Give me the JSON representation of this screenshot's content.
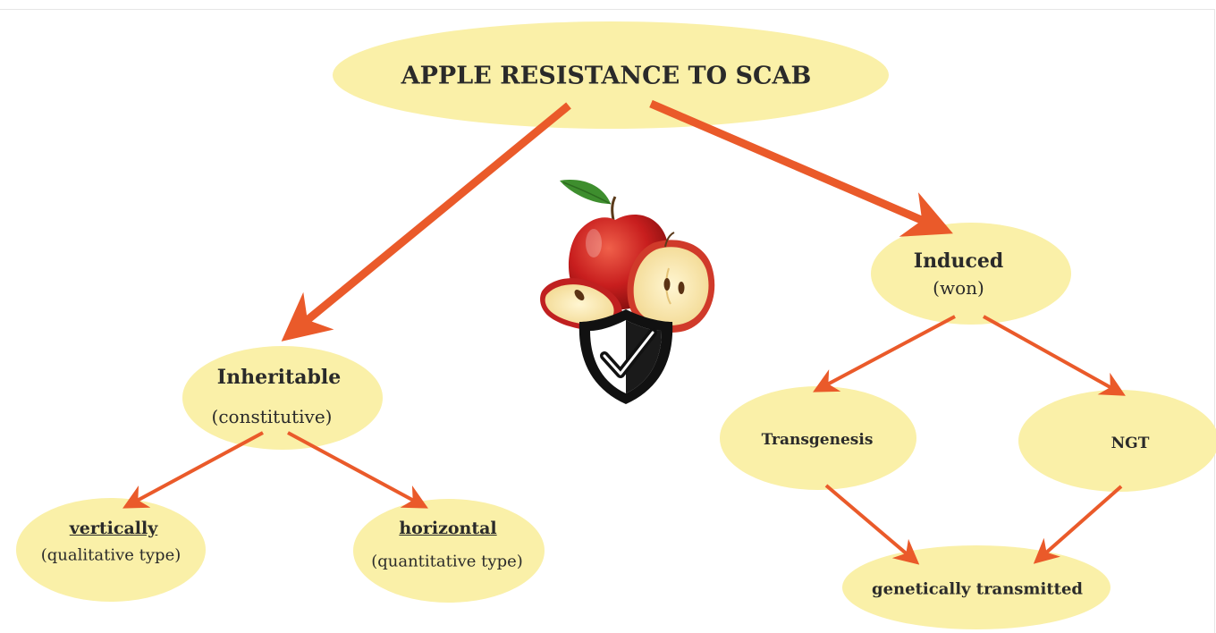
{
  "diagram": {
    "colors": {
      "node_fill": "#FAF0A8",
      "arrow": "#EA5A2A",
      "text": "#2a2a2a"
    },
    "root": {
      "title": "APPLE RESISTANCE TO SCAB"
    },
    "inheritable": {
      "title": "Inheritable",
      "subtitle": "(constitutive)"
    },
    "vertically": {
      "title": "vertically",
      "subtitle": "(qualitative type)"
    },
    "horizontal": {
      "title": "horizontal",
      "subtitle": "(quantitative type)"
    },
    "induced": {
      "title": "Induced",
      "subtitle": "(won)"
    },
    "transgenesis": {
      "title": "Transgenesis"
    },
    "ngt": {
      "title": "NGT"
    },
    "transmitted": {
      "title": "genetically transmitted"
    },
    "center_icon": [
      "apple-icon",
      "shield-check-icon"
    ]
  }
}
